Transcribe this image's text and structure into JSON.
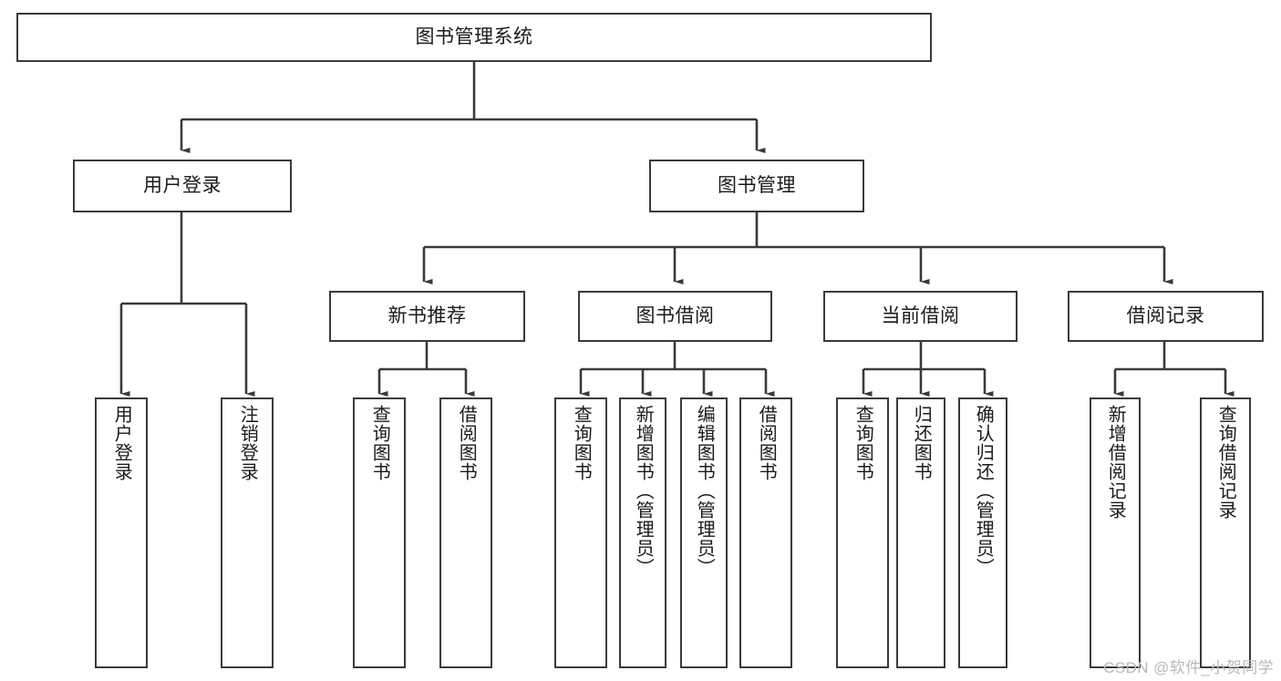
{
  "diagram": {
    "type": "tree-hierarchy",
    "title": "图书管理系统",
    "watermark": "CSDN @软件_小贺同学",
    "colors": {
      "box_border": "#3a3a3a",
      "box_fill": "#ffffff",
      "edge": "#3a3a3a",
      "text": "#1a1a1a",
      "watermark": "#b9b9b9",
      "background": "#ffffff"
    },
    "root": {
      "label": "图书管理系统"
    },
    "level2": [
      {
        "label": "用户登录"
      },
      {
        "label": "图书管理"
      }
    ],
    "level3": [
      {
        "label": "新书推荐"
      },
      {
        "label": "图书借阅"
      },
      {
        "label": "当前借阅"
      },
      {
        "label": "借阅记录"
      }
    ],
    "leaves": {
      "user_login": [
        {
          "label": "用户登录"
        },
        {
          "label": "注销登录"
        }
      ],
      "new_book_recommend": [
        {
          "label": "查询图书"
        },
        {
          "label": "借阅图书"
        }
      ],
      "book_borrow": [
        {
          "label": "查询图书"
        },
        {
          "label": "新增图书（管理员）"
        },
        {
          "label": "编辑图书（管理员）"
        },
        {
          "label": "借阅图书"
        }
      ],
      "current_borrow": [
        {
          "label": "查询图书"
        },
        {
          "label": "归还图书"
        },
        {
          "label": "确认归还（管理员）"
        }
      ],
      "borrow_record": [
        {
          "label": "新增借阅记录"
        },
        {
          "label": "查询借阅记录"
        }
      ]
    }
  }
}
